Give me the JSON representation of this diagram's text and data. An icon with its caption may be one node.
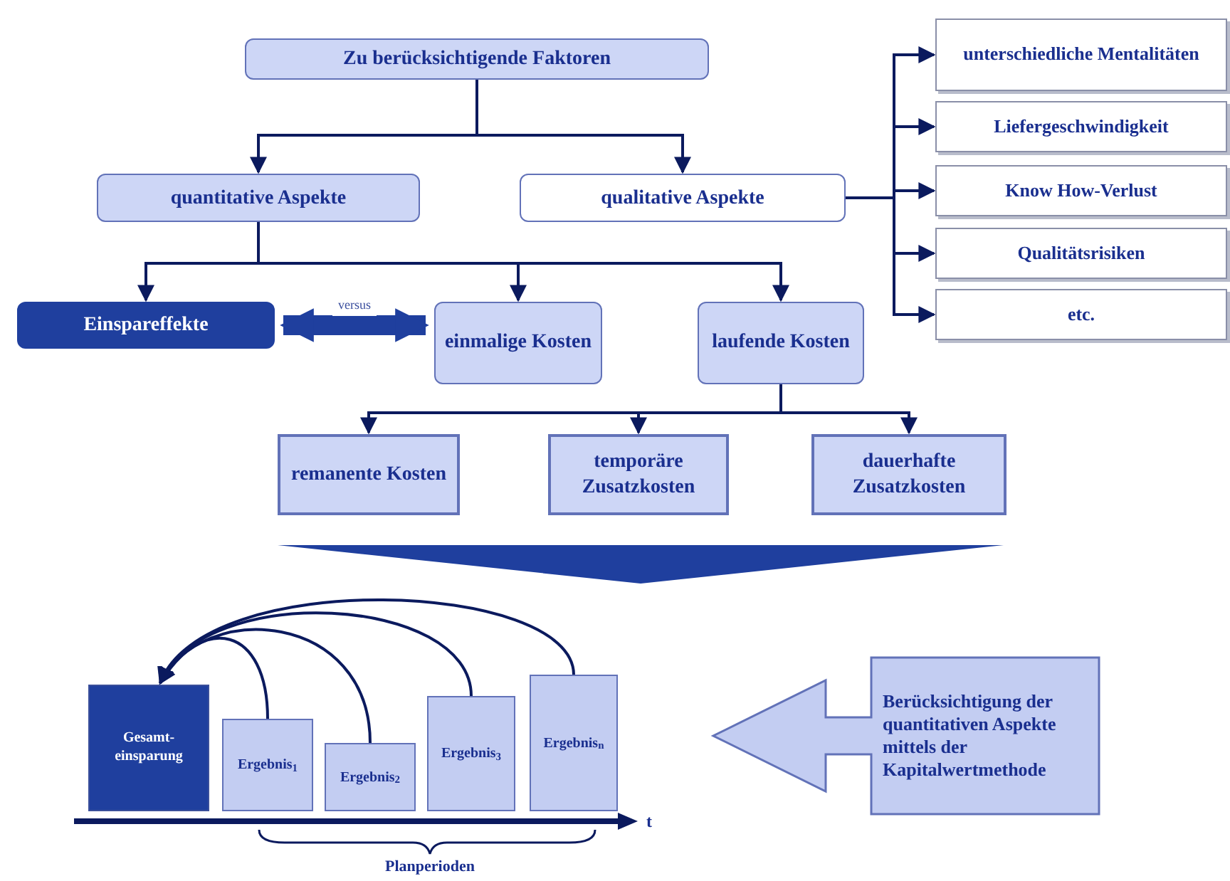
{
  "diagram": {
    "nodes": [
      {
        "text": [
          "Zu berücksichtigende Faktoren"
        ]
      },
      {
        "text": [
          "quantitative Aspekte"
        ]
      },
      {
        "text": [
          "qualitative Aspekte"
        ]
      },
      {
        "text": [
          "unterschiedliche Mentalitäten"
        ]
      },
      {
        "text": [
          "Liefergeschwindigkeit"
        ]
      },
      {
        "text": [
          "Know How-Verlust"
        ]
      },
      {
        "text": [
          "Qualitätsrisiken"
        ]
      },
      {
        "text": [
          "etc."
        ]
      },
      {
        "text": [
          "Einspareffekte"
        ]
      },
      {
        "text": [
          "einmalige Kosten"
        ]
      },
      {
        "text": [
          "laufende Kosten"
        ]
      },
      {
        "text": [
          "remanente Kosten"
        ]
      },
      {
        "text": [
          "temporäre Zusatzkosten"
        ]
      },
      {
        "text": [
          "dauerhafte Zusatzkosten"
        ]
      },
      {
        "text": [
          "Gesamt- einsparung"
        ]
      },
      {
        "text": [
          "Ergebnis$_{1}$"
        ]
      },
      {
        "text": [
          "Ergebnis$_{2}$"
        ]
      },
      {
        "text": [
          "Ergebnis$_{3}$"
        ]
      },
      {
        "text": [
          "Ergebnis$_{n}$"
        ]
      },
      {
        "text": [
          "Berücksichtigung der quantitativen Aspekte mittels der Kapitalwertmethode"
        ]
      },
      {
        "text": [],
        "shape": "triangle"
      }
    ],
    "edges": [
      {
        "from": 0,
        "to": 1,
        "arrow": "to"
      },
      {
        "from": 0,
        "to": 2,
        "arrow": "to"
      },
      {
        "from": 2,
        "to": 3,
        "arrow": "to"
      },
      {
        "from": 2,
        "to": 4,
        "arrow": "to"
      },
      {
        "from": 2,
        "to": 5,
        "arrow": "to"
      },
      {
        "from": 2,
        "to": 6,
        "arrow": "to"
      },
      {
        "from": 2,
        "to": 7,
        "arrow": "to"
      },
      {
        "from": 1,
        "to": 8,
        "arrow": "to"
      },
      {
        "from": 1,
        "to": 9,
        "arrow": "to"
      },
      {
        "from": 1,
        "to": 10,
        "arrow": "to"
      },
      {
        "from": 8,
        "to": 9,
        "arrow": "both",
        "label": "versus",
        "style": "thick",
        "color": "#1f3f9e"
      },
      {
        "from": 10,
        "to": 11,
        "arrow": "to"
      },
      {
        "from": 10,
        "to": 12,
        "arrow": "to"
      },
      {
        "from": 10,
        "to": 13,
        "arrow": "to"
      },
      {
        "from": 15,
        "to": 14,
        "arrow": "to"
      },
      {
        "from": 16,
        "to": 14,
        "arrow": "to"
      },
      {
        "from": 17,
        "to": 14,
        "arrow": "to"
      },
      {
        "from": 18,
        "to": 14,
        "arrow": "to"
      }
    ],
    "labels": [
      "t",
      "Planperioden"
    ]
  }
}
